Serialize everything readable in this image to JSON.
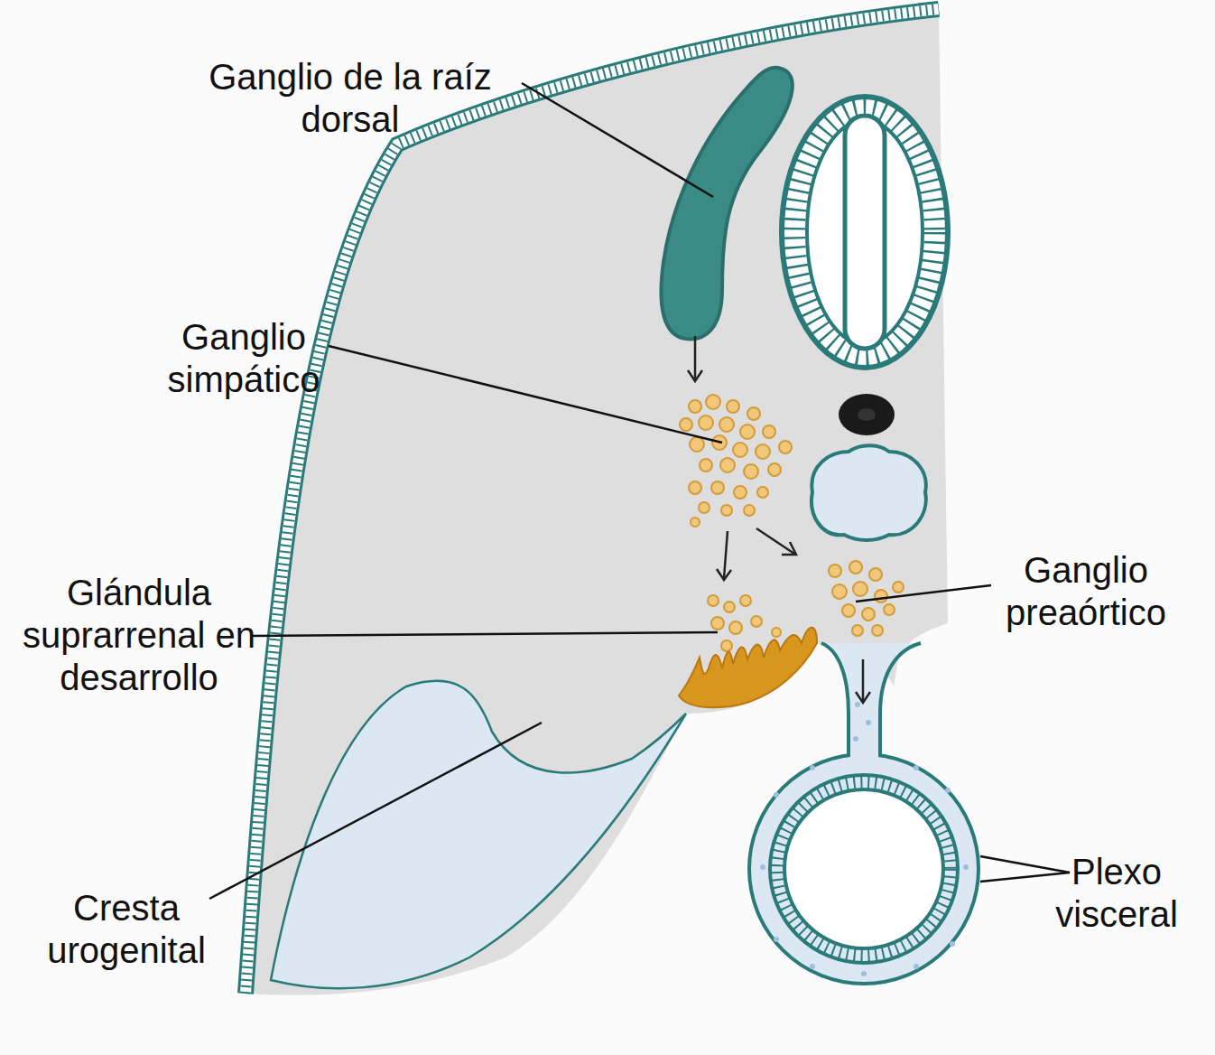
{
  "diagram": {
    "labels": [
      "Ganglio de la raíz dorsal",
      "Ganglio simpático",
      "Glándula suprarrenal en desarrollo",
      "Cresta urogenital",
      "Ganglio preaórtico",
      "Plexo visceral"
    ]
  }
}
